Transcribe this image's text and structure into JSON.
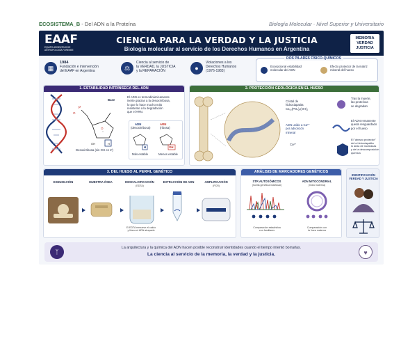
{
  "topbar": {
    "course": "ECOSISTEMA_B",
    "subtitle": " - Del ADN a la Proteína",
    "level": "Biología Molecular · Nivel Superior y Universitario"
  },
  "header": {
    "logo": "EAAF",
    "logo_sub": "EQUIPO ARGENTINO DE ANTROPOLOGÍA FORENSE",
    "title": "CIENCIA PARA LA VERDAD Y LA JUSTICIA",
    "subtitle": "Biología molecular al servicio de los Derechos Humanos en Argentina",
    "badge": [
      "MEMORIA",
      "VERDAD",
      "JUSTICIA"
    ]
  },
  "info": [
    {
      "icon": "calendar-icon",
      "glyph": "▦",
      "lines": [
        "1984",
        "Fundación e intervención",
        "del EAAF en Argentina"
      ]
    },
    {
      "icon": "scales-icon",
      "glyph": "⚖",
      "lines": [
        "Ciencia al servicio de",
        "la VERDAD, la JUSTICIA",
        "y la REPARACIÓN"
      ]
    },
    {
      "icon": "people-icon",
      "glyph": "●",
      "lines": [
        "Violaciones a los",
        "Derechos Humanos",
        "(1976-1983)"
      ]
    }
  ],
  "pillars": {
    "title": "DOS PILARES FÍSICO-QUÍMICOS",
    "items": [
      "Excepcional estabilidad molecular del ADN",
      "Efecto protector de la matriz mineral del hueso"
    ]
  },
  "panel1": {
    "title": "1. ESTABILIDAD INTRÍNSECA DEL ADN",
    "base": "Base",
    "desc": [
      "El ADN es termodinámicamente",
      "inerte gracias a la desoxirribosa,",
      "lo que lo hace mucho más",
      "resistente a la degradación",
      "que el ARN."
    ],
    "sugar_caption": "Desoxirribosa (sin OH en 2')",
    "adn": "ADN",
    "adn_sub": "(desoxirribosa)",
    "adn_note": "Más estable",
    "arn": "ARN",
    "arn_sub": "(ribosa)",
    "arn_note": "Menos estable",
    "h": "H",
    "oh": "OH"
  },
  "panel2": {
    "title": "2. PROTECCIÓN GEOLÓGICA EN EL HUESO",
    "crystal": [
      "Cristal de",
      "hidroxiapatita",
      "Ca₁₀(PO₄)₆(OH)₂"
    ],
    "bound": [
      "ADN unido a Ca²⁺",
      "por adsorción",
      "mineral"
    ],
    "ca": "Ca²⁺",
    "notes": [
      [
        "Tras la muerte,",
        "las proteínas",
        "se degradan"
      ],
      [
        "El ADN remanente",
        "queda resguardado",
        "por el hueso"
      ],
      [
        "El \"abrazo protector\"",
        "de la hidroxiapatita",
        "lo aísla de nucleasas",
        "y de la descomposición",
        "química"
      ]
    ]
  },
  "panel3": {
    "title": "3. DEL HUESO AL PERFIL GENÉTICO",
    "steps": [
      "EXHUMACIÓN",
      "MUESTRA ÓSEA",
      "DESCALCIFICACIÓN",
      "EXTRACCIÓN DE ADN",
      "AMPLIFICACIÓN"
    ],
    "step_subs": [
      "",
      "",
      "(EDTA)",
      "",
      "(PCR)"
    ],
    "edta_note": [
      "El EDTA remueve el calcio",
      "y libera el ADN atrapado"
    ]
  },
  "panel4": {
    "title": "ANÁLISIS DE MARCADORES GENÉTICOS",
    "str": "STR AUTOSÓMICOS",
    "str_sub": "(huella genética individual)",
    "mito": "ADN MITOCONDRIAL",
    "mito_sub": "(línea materna)",
    "str_note": [
      "Comparación estadística",
      "con familiares"
    ],
    "mito_note": [
      "Comparación con",
      "la línea materna"
    ]
  },
  "panel5": {
    "title": [
      "IDENTIFICACIÓN",
      "VERDAD Y JUSTICIA"
    ]
  },
  "footer": {
    "line1": "La arquitectura y la química del ADN hacen posible reconstruir identidades cuando el tiempo intentó borrarlas.",
    "line2": "La ciencia al servicio de la memoria, la verdad y la justicia."
  },
  "colors": {
    "navy": "#0f2247",
    "purple": "#3b2a75",
    "green": "#3c6e3a",
    "blue": "#1e3a78",
    "bone": "#e8d9b8"
  }
}
